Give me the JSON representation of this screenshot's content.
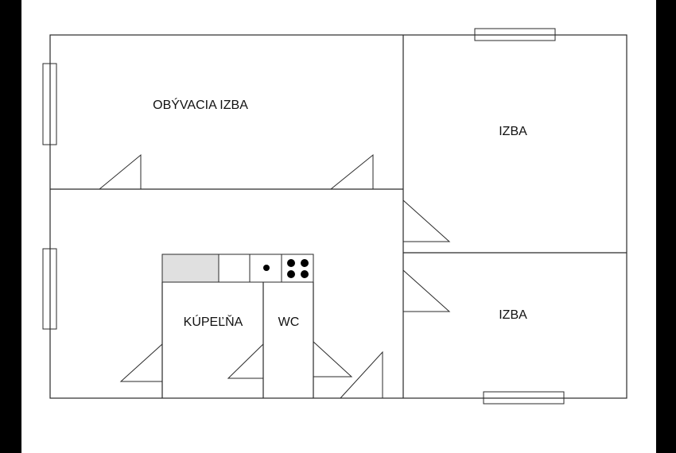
{
  "plan": {
    "rooms": {
      "living_room": "OBÝVACIA IZBA",
      "room_top_right": "IZBA",
      "room_bottom_right": "IZBA",
      "bathroom": "KÚPEĽŇA",
      "toilet": "WC"
    },
    "colors": {
      "background": "#ffffff",
      "frame": "#000000",
      "wall": "#2a2a2a",
      "sink_fill": "#e0e0e0",
      "burner": "#000000"
    }
  }
}
